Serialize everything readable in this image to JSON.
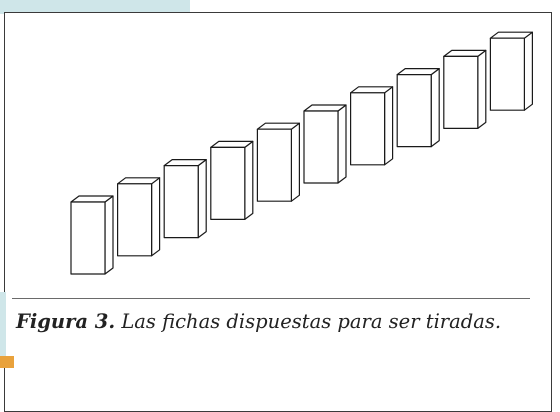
{
  "figure": {
    "caption_label": "Figura 3.",
    "caption_text": "Las fichas dispuestas para ser tiradas.",
    "piece_count": 10
  },
  "colors": {
    "tab": "#cfe6e9",
    "frame_border": "#3a3a3a",
    "piece_stroke": "#1a1a1a",
    "piece_fill": "#ffffff",
    "accent": "#e9a23c"
  }
}
